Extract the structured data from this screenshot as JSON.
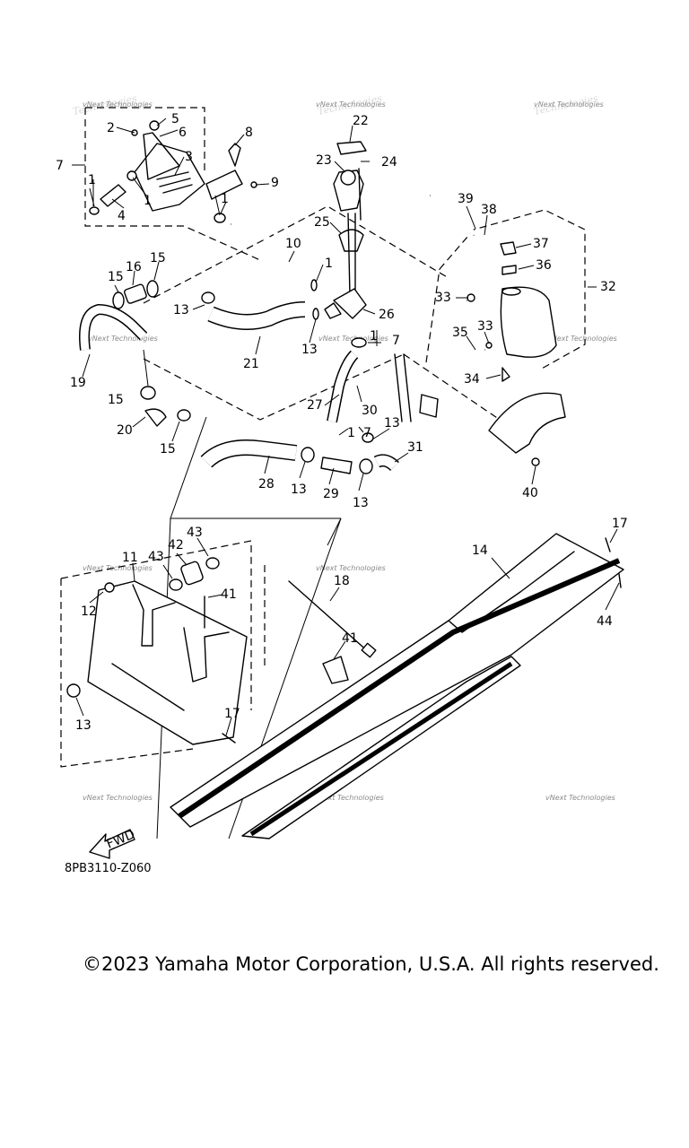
{
  "diagram": {
    "code": "8PB3110-Z060",
    "copyright": "©2023 Yamaha Motor Corporation, U.S.A. All rights reserved.",
    "fwd_label": "FWD",
    "watermark": "vNext Technologies",
    "callouts": [
      "1",
      "2",
      "3",
      "4",
      "5",
      "6",
      "7",
      "8",
      "9",
      "10",
      "11",
      "12",
      "13",
      "14",
      "15",
      "16",
      "17",
      "18",
      "19",
      "20",
      "21",
      "22",
      "23",
      "24",
      "25",
      "26",
      "27",
      "28",
      "29",
      "30",
      "31",
      "32",
      "33",
      "34",
      "35",
      "36",
      "37",
      "38",
      "39",
      "40",
      "41",
      "42",
      "43",
      "44"
    ]
  }
}
